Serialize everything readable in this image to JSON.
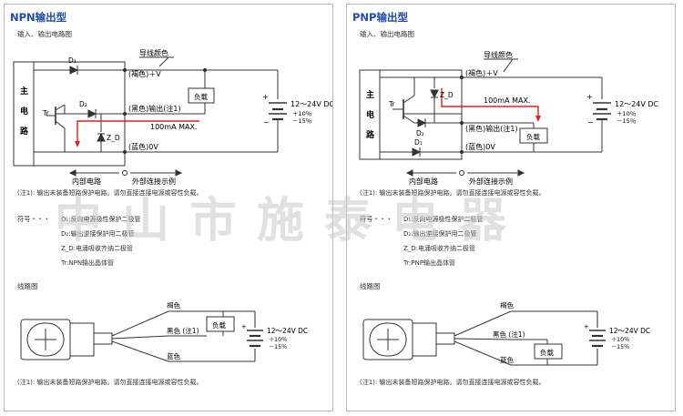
{
  "watermark": "中山市施泰电器",
  "npn": {
    "title": "NPN输出型",
    "subtitle": "输入、输出电路图",
    "circuit": {
      "wire_color_label": "导线颜色",
      "main_circuit": [
        "主",
        "电",
        "路"
      ],
      "brown_label": "(褐色)＋V",
      "black_label": "(黑色)输出(注1)",
      "blue_label": "(蓝色)0V",
      "load_label": "负载",
      "max_current": "100mA  MAX.",
      "supply_voltage": "12～24V DC",
      "tol_plus": "＋10％",
      "tol_minus": "－15％",
      "internal_label": "内部电路",
      "external_label": "外部连接示例",
      "tr": "Tr",
      "d1": "D₁",
      "d2": "D₂",
      "zd": "Z_D"
    },
    "note": "(注1): 输出未装备短路保护电路。请勿直接连接电源或容性负载。",
    "symbols_label": "符号・・・",
    "symbols": [
      "D₁:反向电源极性保护二极管",
      "D₂:输出逆接保护用二极管",
      "Z_D:电涌吸收齐纳二极管",
      "Tr:NPN输出晶体管"
    ],
    "wiring_title": "线路图",
    "wiring": {
      "brown": "褐色",
      "black": "黑色 (注1)",
      "blue": "蓝色",
      "load": "负载",
      "supply_voltage": "12～24V DC",
      "tol_plus": "＋10％",
      "tol_minus": "－15％"
    },
    "note2": "(注1): 输出未装备短路保护电路。请勿直接连接电源或容性负载。"
  },
  "pnp": {
    "title": "PNP输出型",
    "subtitle": "输入、输出电路图",
    "circuit": {
      "wire_color_label": "导线颜色",
      "main_circuit": [
        "主",
        "电",
        "路"
      ],
      "brown_label": "(褐色)＋V",
      "black_label": "(黑色)输出(注1)",
      "blue_label": "(蓝色)0V",
      "load_label": "负载",
      "max_current": "100mA  MAX.",
      "supply_voltage": "12～24V DC",
      "tol_plus": "＋10％",
      "tol_minus": "－15％",
      "internal_label": "内部电路",
      "external_label": "外部连接示例",
      "tr": "Tr",
      "d1": "D₁",
      "d2": "D₂",
      "zd": "Z_D"
    },
    "note": "(注1): 输出未装备短路保护电路。请勿直接连接电源或容性负载。",
    "symbols_label": "符号・・・",
    "symbols": [
      "D₁:反向电源极性保护二极管",
      "D₂:输出逆接保护用二极管",
      "Z_D:电涌吸收齐纳二极管",
      "Tr:PNP输出晶体管"
    ],
    "wiring_title": "线路图",
    "wiring": {
      "brown": "褐色",
      "black": "黑色 (注1)",
      "blue": "蓝色",
      "load": "负载",
      "supply_voltage": "12～24V DC",
      "tol_plus": "＋10％",
      "tol_minus": "－15％"
    },
    "note2": "(注1): 输出未装备短路保护电路。请勿直接连接电源或容性负载。"
  },
  "colors": {
    "title_blue": "#1f4fa8",
    "current_red": "#e02020",
    "line": "#333333"
  }
}
